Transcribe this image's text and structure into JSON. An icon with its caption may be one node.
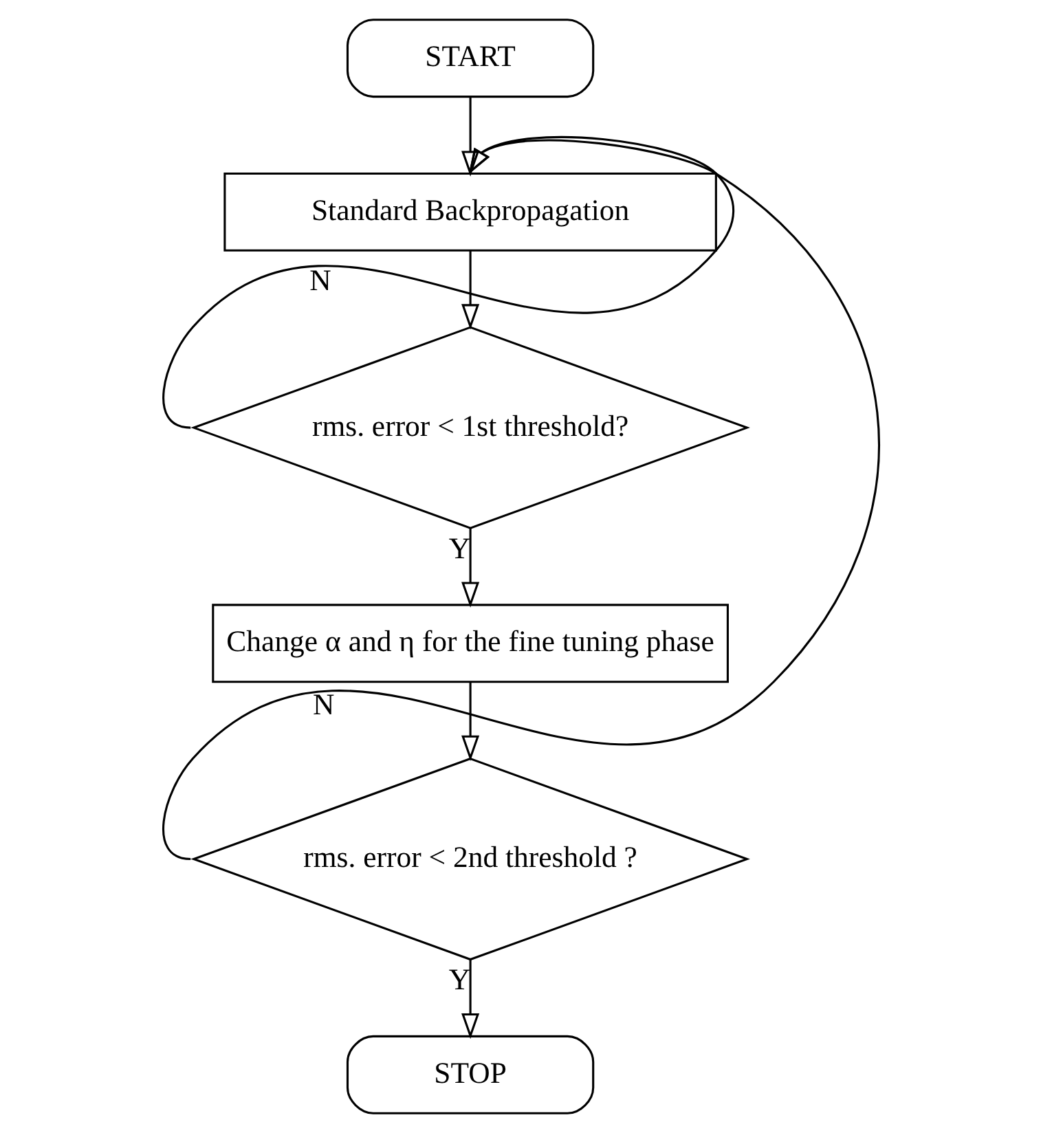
{
  "diagram": {
    "nodes": [
      {
        "text": [
          "START"
        ]
      },
      {
        "text": [
          "Standard Backpropagation"
        ]
      },
      {
        "text": [
          "rms. error < 1st threshold?"
        ]
      },
      {
        "text": [
          "Change α and η for the fine tuning phase"
        ]
      },
      {
        "text": [
          "rms. error < 2nd threshold ?"
        ]
      },
      {
        "text": [
          "STOP"
        ]
      }
    ],
    "edges": [
      {
        "from": 0,
        "to": 1,
        "arrow": "to"
      },
      {
        "from": 1,
        "to": 2,
        "arrow": "to"
      },
      {
        "from": 2,
        "to": 1,
        "arrow": "to",
        "label": "N"
      },
      {
        "from": 2,
        "to": 3,
        "arrow": "to",
        "label": "Y"
      },
      {
        "from": 3,
        "to": 4,
        "arrow": "to"
      },
      {
        "from": 4,
        "to": 1,
        "arrow": "to",
        "label": "N"
      },
      {
        "from": 4,
        "to": 5,
        "arrow": "to",
        "label": "Y"
      }
    ]
  }
}
